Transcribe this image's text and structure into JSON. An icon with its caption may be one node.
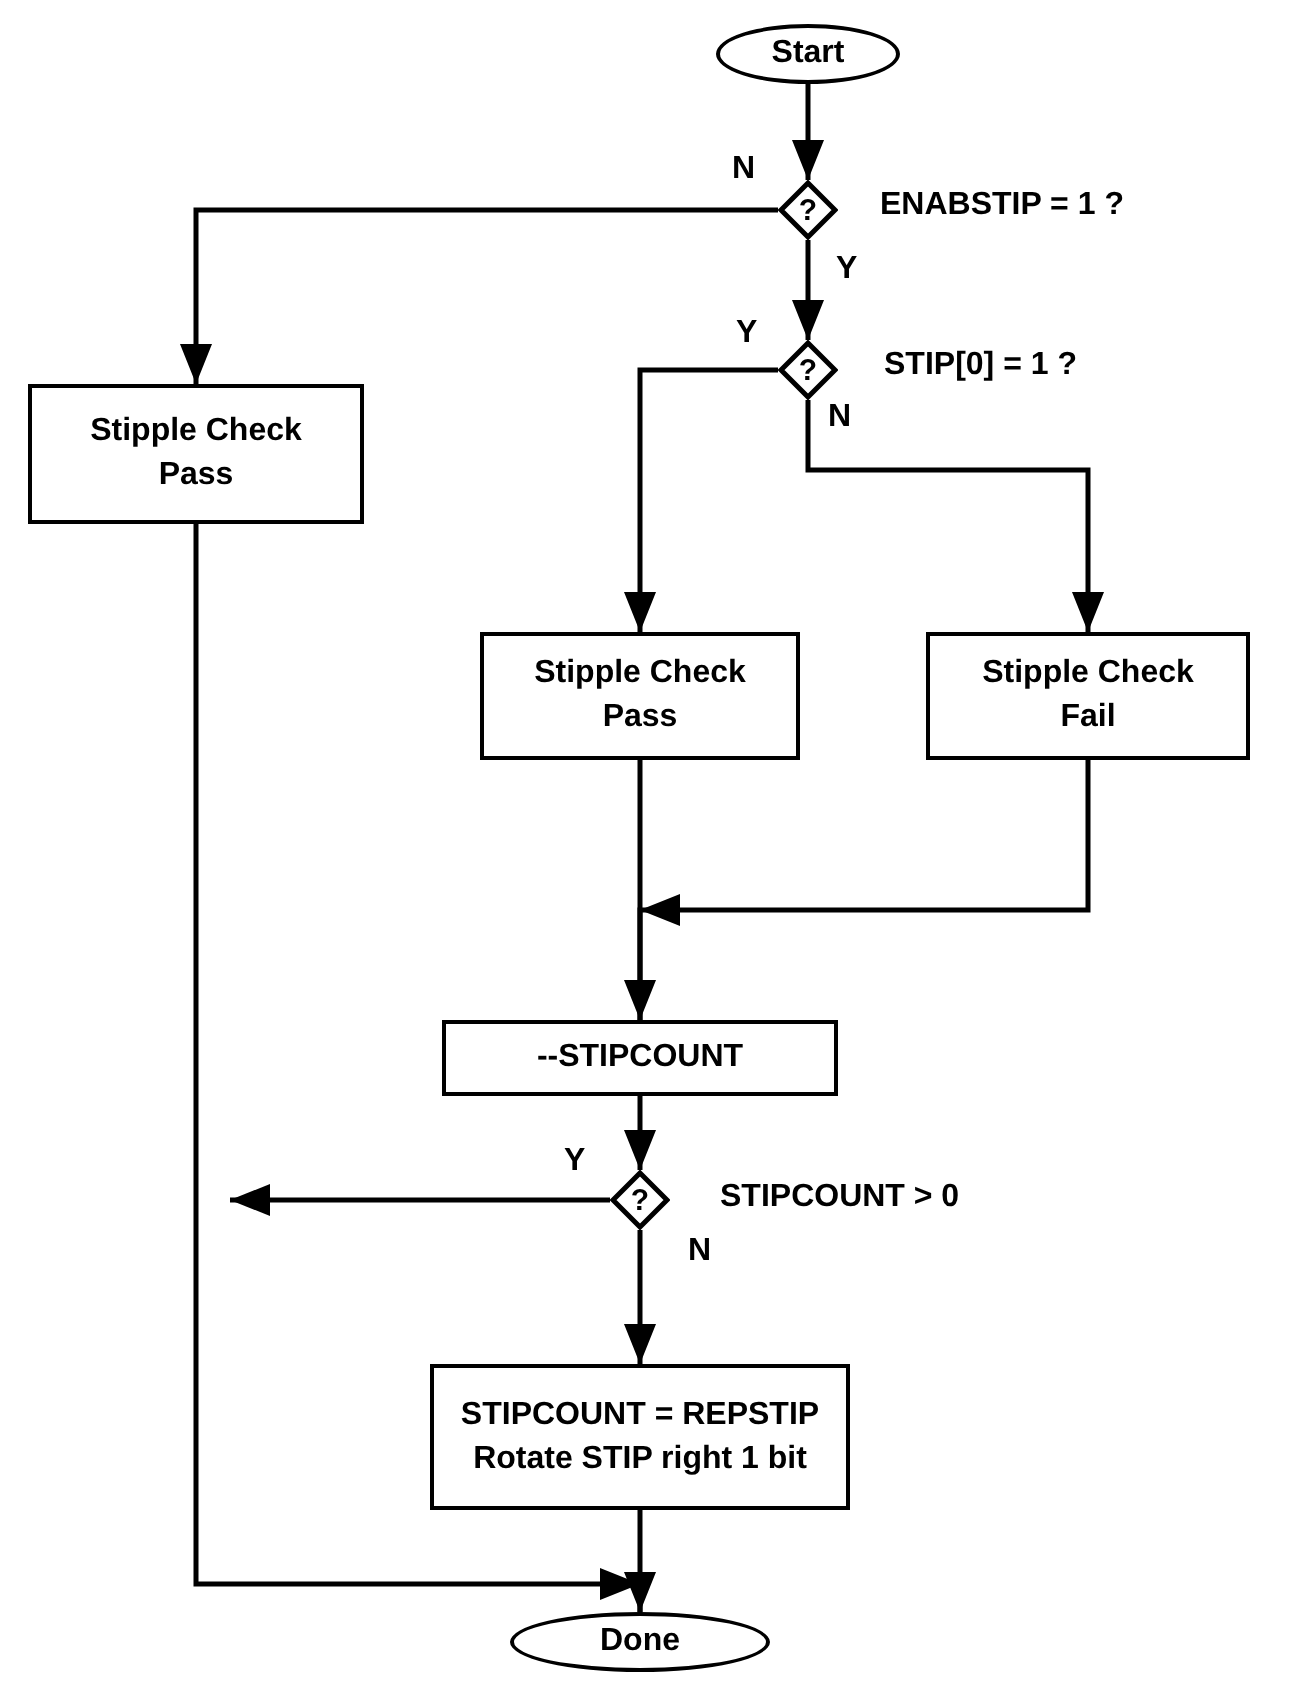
{
  "diagram": {
    "nodes": [
      {
        "text": [
          "Start"
        ]
      },
      {
        "text": [
          "?"
        ],
        "beside": [
          "ENABSTIP = 1 ?"
        ]
      },
      {
        "text": [
          "Stipple Check Pass"
        ]
      },
      {
        "text": [
          "?"
        ],
        "beside": [
          "STIP[0] = 1 ?"
        ]
      },
      {
        "text": [
          "Stipple Check Pass"
        ]
      },
      {
        "text": [
          "Stipple Check Fail"
        ]
      },
      {
        "text": [
          "--STIPCOUNT"
        ]
      },
      {
        "text": [
          "?"
        ],
        "beside": [
          "STIPCOUNT > 0"
        ]
      },
      {
        "text": [
          "STIPCOUNT = REPSTIP",
          "Rotate STIP right 1 bit"
        ]
      },
      {
        "text": [
          "Done"
        ]
      }
    ],
    "edges": [
      {
        "from": 0,
        "to": 1,
        "arrow": "to"
      },
      {
        "from": 1,
        "to": 2,
        "arrow": "to",
        "label": "N"
      },
      {
        "from": 1,
        "to": 3,
        "arrow": "to",
        "label": "Y"
      },
      {
        "from": 3,
        "to": 4,
        "arrow": "to",
        "label": "Y"
      },
      {
        "from": 3,
        "to": 5,
        "arrow": "to",
        "label": "N"
      },
      {
        "from": 4,
        "to": 6,
        "arrow": "to"
      },
      {
        "from": 5,
        "to": 6,
        "arrow": "to"
      },
      {
        "from": 6,
        "to": 7,
        "arrow": "to"
      },
      {
        "from": 7,
        "to": null,
        "arrow": "to",
        "label": "Y"
      },
      {
        "from": 7,
        "to": 8,
        "arrow": "to",
        "label": "N"
      },
      {
        "from": 2,
        "to": 9,
        "arrow": "to"
      },
      {
        "from": 8,
        "to": 9,
        "arrow": "to"
      }
    ]
  }
}
